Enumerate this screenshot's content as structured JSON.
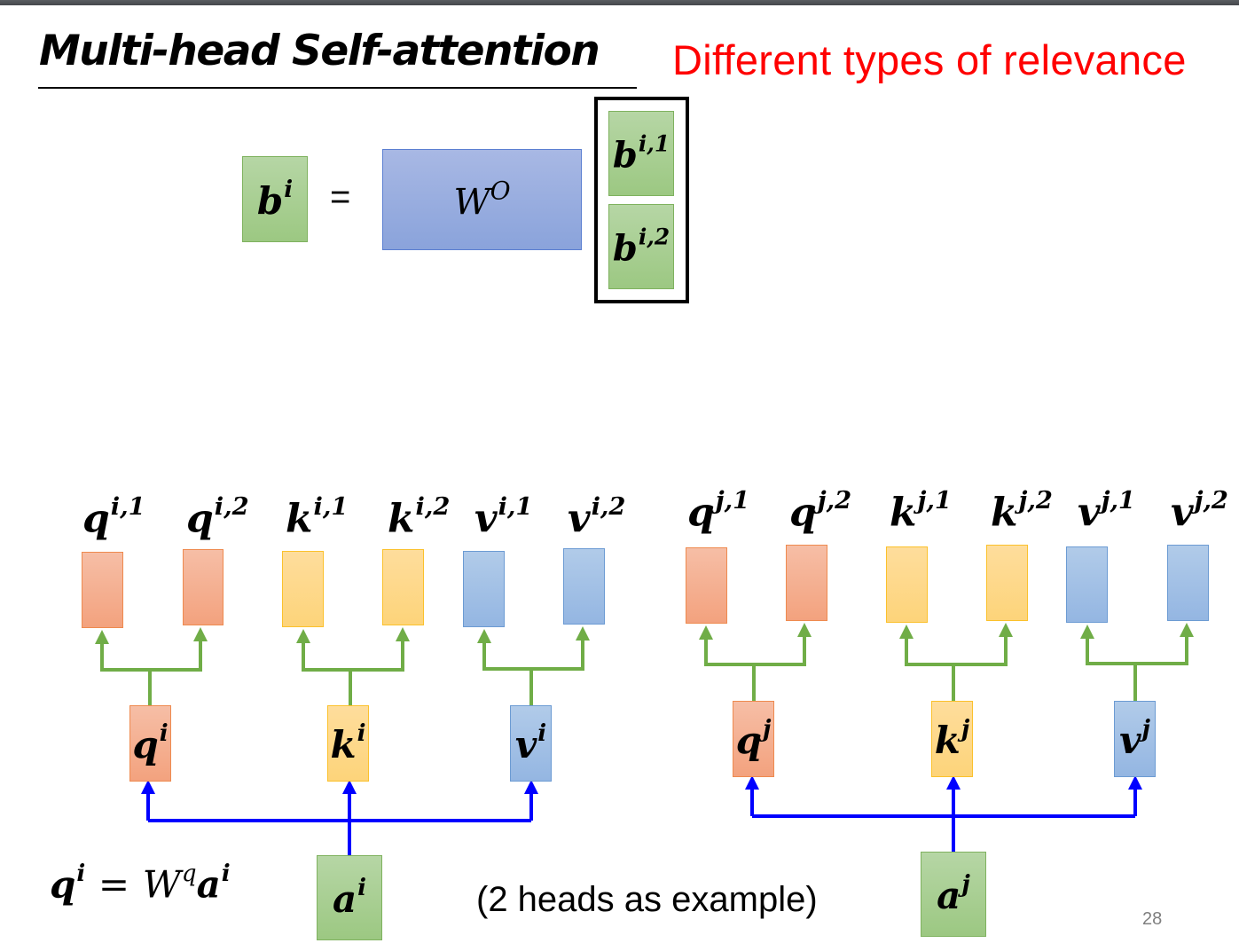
{
  "slide": {
    "title": "Multi-head Self-attention",
    "subtitle": "Different types of relevance",
    "caption": "(2 heads as example)",
    "page_number": "28",
    "colors": {
      "subtitle": "#ff0000",
      "query": "#f4ad8a",
      "key": "#fed98a",
      "value": "#a3c0e6",
      "output": "#a8cf92",
      "projection_wire": "#70ad47",
      "input_wire": "#0000ff"
    }
  },
  "output_equation": {
    "lhs": {
      "base": "b",
      "sup": "i"
    },
    "equals": "=",
    "matrix": {
      "base": "W",
      "sup": "O"
    },
    "stack": [
      {
        "base": "b",
        "sup": "i,1"
      },
      {
        "base": "b",
        "sup": "i,2"
      }
    ]
  },
  "positions": [
    {
      "token": "i",
      "input": {
        "base": "a",
        "sup": "i"
      },
      "projections": [
        {
          "type": "query",
          "base": "q",
          "sup": "i",
          "heads": [
            {
              "base": "q",
              "sup": "i,1"
            },
            {
              "base": "q",
              "sup": "i,2"
            }
          ]
        },
        {
          "type": "key",
          "base": "k",
          "sup": "i",
          "heads": [
            {
              "base": "k",
              "sup": "i,1"
            },
            {
              "base": "k",
              "sup": "i,2"
            }
          ]
        },
        {
          "type": "value",
          "base": "v",
          "sup": "i",
          "heads": [
            {
              "base": "v",
              "sup": "i,1"
            },
            {
              "base": "v",
              "sup": "i,2"
            }
          ]
        }
      ]
    },
    {
      "token": "j",
      "input": {
        "base": "a",
        "sup": "j"
      },
      "projections": [
        {
          "type": "query",
          "base": "q",
          "sup": "j",
          "heads": [
            {
              "base": "q",
              "sup": "j,1"
            },
            {
              "base": "q",
              "sup": "j,2"
            }
          ]
        },
        {
          "type": "key",
          "base": "k",
          "sup": "j",
          "heads": [
            {
              "base": "k",
              "sup": "j,1"
            },
            {
              "base": "k",
              "sup": "j,2"
            }
          ]
        },
        {
          "type": "value",
          "base": "v",
          "sup": "j",
          "heads": [
            {
              "base": "v",
              "sup": "j,1"
            },
            {
              "base": "v",
              "sup": "j,2"
            }
          ]
        }
      ]
    }
  ],
  "formula": {
    "lhs": {
      "base": "q",
      "sup": "i"
    },
    "equals": "=",
    "matrix": {
      "base": "W",
      "sup": "q"
    },
    "rhs": {
      "base": "a",
      "sup": "i"
    }
  }
}
